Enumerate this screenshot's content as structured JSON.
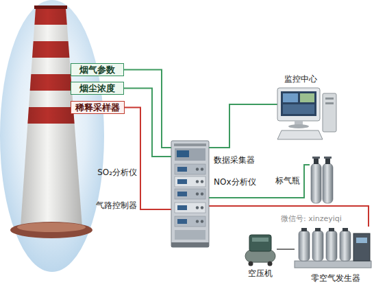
{
  "diagram": {
    "nodes": [
      {
        "text": [
          "烟气参数"
        ]
      },
      {
        "text": [
          "烟尘浓度"
        ]
      },
      {
        "text": [
          "稀释采样器"
        ]
      },
      {
        "text": [
          "监控中心"
        ]
      },
      {
        "text": [
          "数据采集器",
          "SO₂分析仪",
          "NOx分析仪",
          "气路控制器"
        ]
      },
      {
        "text": [
          "标气瓶"
        ]
      },
      {
        "text": [
          "空压机"
        ]
      },
      {
        "text": [
          "零空气发生器"
        ]
      }
    ],
    "edges": [
      {
        "from": 0,
        "to": 4,
        "arrow": "none"
      },
      {
        "from": 1,
        "to": 4,
        "arrow": "none"
      },
      {
        "from": 2,
        "to": 4,
        "arrow": "none"
      },
      {
        "from": 4,
        "to": 3,
        "arrow": "none"
      },
      {
        "from": 4,
        "to": 5,
        "arrow": "none"
      },
      {
        "from": 4,
        "to": 7,
        "arrow": "none"
      },
      {
        "from": 6,
        "to": 7,
        "arrow": "none"
      }
    ],
    "labels": [
      "微信号: xinzeyiqi"
    ]
  }
}
